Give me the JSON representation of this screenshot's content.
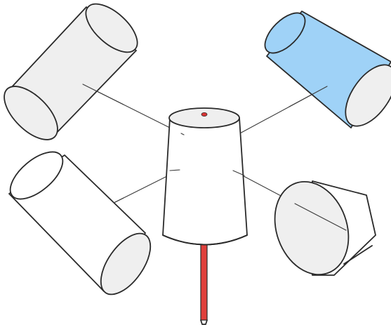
{
  "diagram": {
    "description_visible_text": "",
    "colors": {
      "highlight_cup": "#9fd2f7",
      "cup_fill": "#efefef",
      "white_fill": "#ffffff",
      "stick": "#e0403c",
      "dot": "#d93535",
      "ink": "#2a2a2a"
    },
    "cups": [
      {
        "id": "center-cup",
        "highlighted": false
      },
      {
        "id": "top-left-cup",
        "highlighted": false
      },
      {
        "id": "top-right-cup",
        "highlighted": true
      },
      {
        "id": "bottom-left-cup",
        "highlighted": false
      },
      {
        "id": "bottom-right-cup",
        "highlighted": false
      }
    ],
    "connectors": 4,
    "handle": "stick"
  }
}
